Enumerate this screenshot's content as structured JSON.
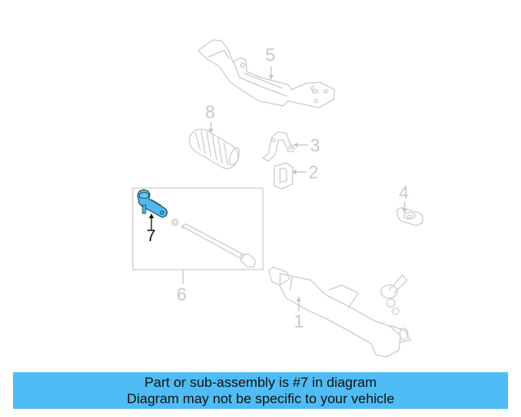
{
  "diagram": {
    "highlight_color": "#4fb8ee",
    "line_color": "#cfcfcf",
    "selected_part": "7",
    "callouts": [
      {
        "number": "1",
        "part": "steering-gear-rack"
      },
      {
        "number": "2",
        "part": "bushing"
      },
      {
        "number": "3",
        "part": "clamp"
      },
      {
        "number": "4",
        "part": "mount-insulator"
      },
      {
        "number": "5",
        "part": "crossmember-bracket"
      },
      {
        "number": "6",
        "part": "tie-rod-assembly"
      },
      {
        "number": "7",
        "part": "outer-tie-rod-end"
      },
      {
        "number": "8",
        "part": "boot"
      }
    ]
  },
  "banner": {
    "line1": "Part or sub-assembly is #7 in diagram",
    "line2": "Diagram may not be specific to your vehicle",
    "background": "#4fbcf5"
  }
}
